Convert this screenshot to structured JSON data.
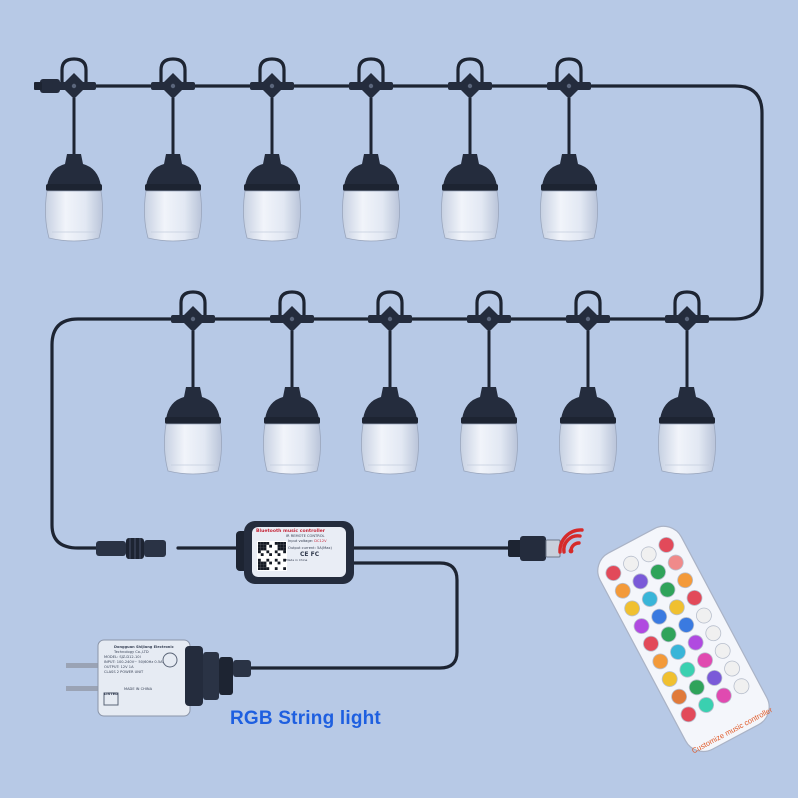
{
  "caption": "RGB String light",
  "controller": {
    "title": "Bluetooth music controller",
    "subtitle": "IR REMOTE CONTROL",
    "input_label": "Input voltage:",
    "input_value": "DC12V",
    "output_label": "Output current:",
    "output_value": "5A(Max)",
    "marks": "CE FC",
    "footer": "Made in China"
  },
  "adapter": {
    "brand": "Dongguan Shijiang Electronic",
    "line1": "Technology Co.,LTD",
    "line2": "MODEL: SJZ-D12-10I",
    "line3": "INPUT: 100-240V~ 50/60Hz 0.5A",
    "line4": "OUTPUT: 12V 1A",
    "line5": "CLASS 2 POWER UNIT",
    "line6": "MADE IN CHINA",
    "listed": "LISTED"
  },
  "remote": {
    "label": "Customize music controller"
  },
  "colors": {
    "background": "#b7c9e6",
    "wire": "#1d2432",
    "socket": "#242c3d",
    "bulb": "#dfe6f3",
    "caption": "#1e5fe0",
    "signal": "#d62a2a"
  }
}
